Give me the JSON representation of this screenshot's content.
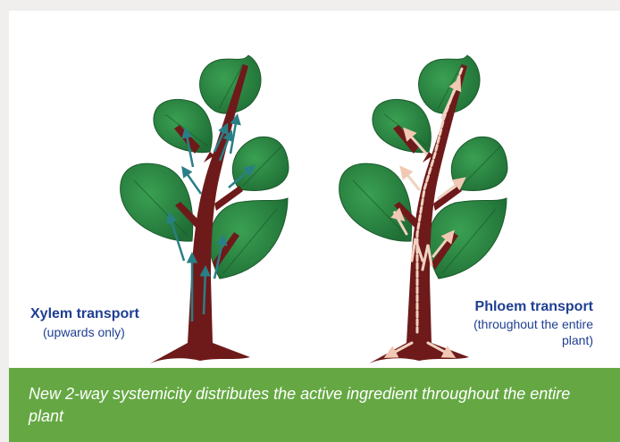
{
  "labels": {
    "xylem_title": "Xylem transport",
    "xylem_sub": "(upwards only)",
    "phloem_title": "Phloem transport",
    "phloem_sub": "(throughout the entire plant)"
  },
  "caption": "New 2-way systemicity distributes the active ingredient throughout the entire plant",
  "colors": {
    "leaf": "#2f8a45",
    "leaf_dark": "#1e6b34",
    "stem": "#6e1a1a",
    "xylem_arrow": "#2a7f86",
    "phloem_arrow": "#f4d7c6",
    "label": "#1f3f93",
    "caption_bg": "#65a843"
  }
}
